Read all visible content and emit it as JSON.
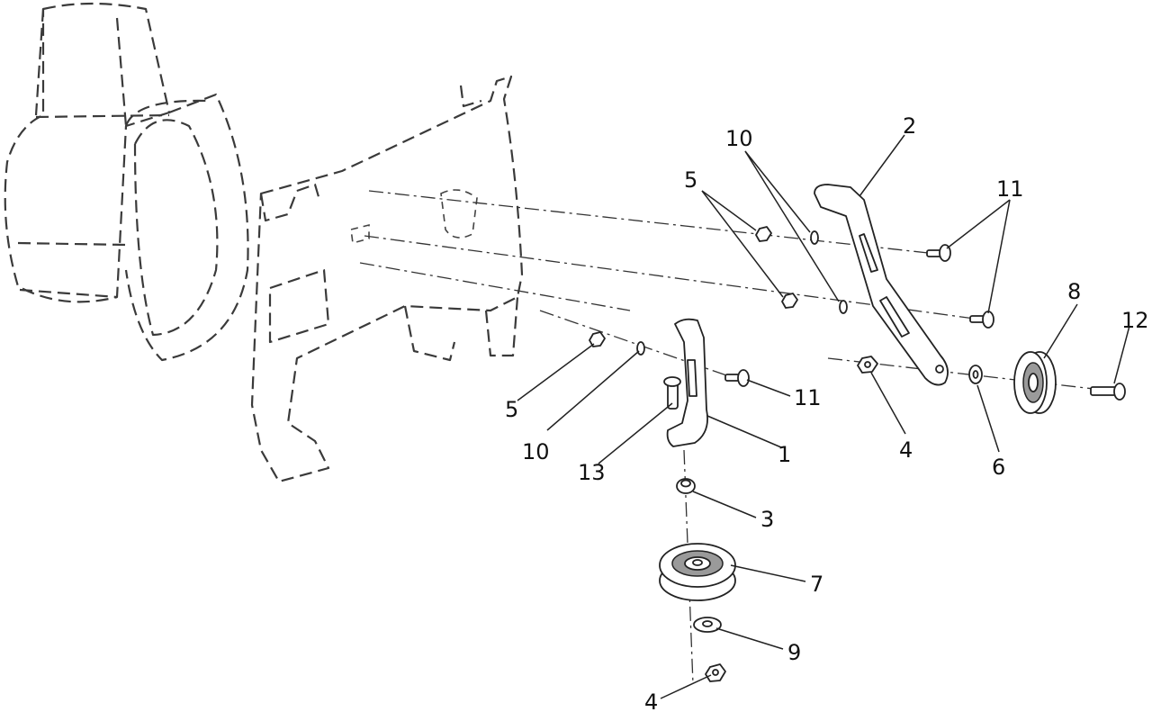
{
  "callouts": {
    "c1": "1",
    "c2": "2",
    "c3": "3",
    "c4a": "4",
    "c4b": "4",
    "c5a": "5",
    "c5b": "5",
    "c6": "6",
    "c7": "7",
    "c8": "8",
    "c9": "9",
    "c10a": "10",
    "c10b": "10",
    "c11a": "11",
    "c11b": "11",
    "c12": "12",
    "c13": "13"
  }
}
